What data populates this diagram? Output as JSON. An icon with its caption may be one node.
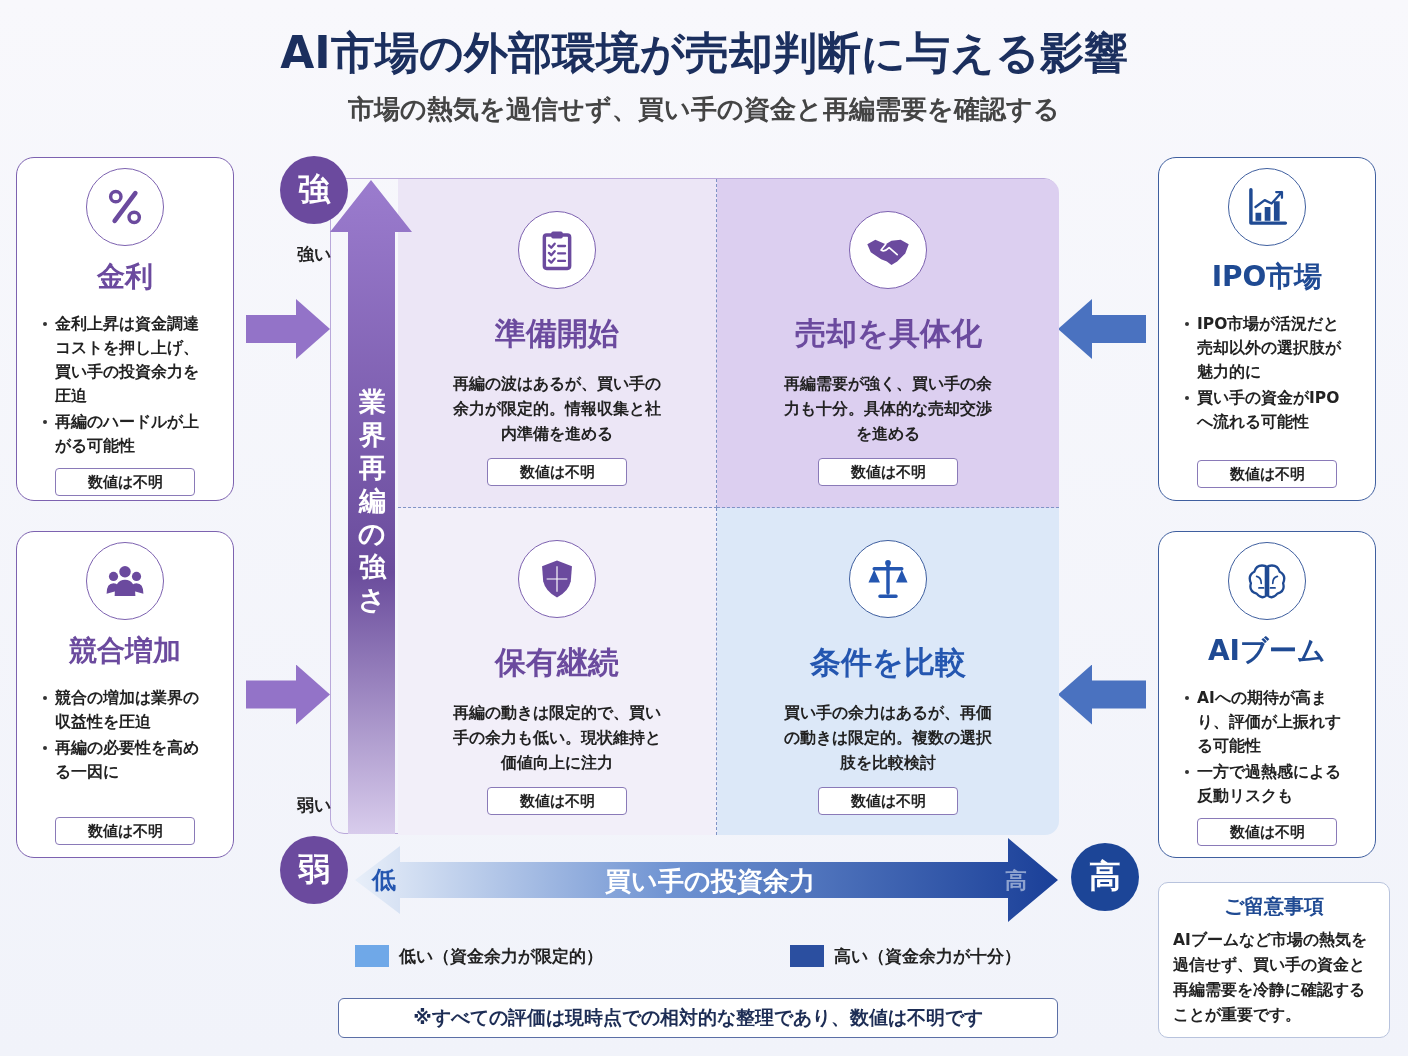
{
  "diagram": {
    "title": "AI市場の外部環境が売却判断に与える影響",
    "nodes": [
      {
        "text": [
          "金利",
          "金利上昇は資金調達コストを押し上げ、買い手の投資余力を圧迫",
          "再編のハードルが上がる可能性"
        ]
      },
      {
        "text": [],
        "shape": "circle",
        "in": 0
      },
      {
        "text": [
          "数値は不明"
        ],
        "in": 0
      },
      {
        "text": [
          "競合増加",
          "競合の増加は業界の収益性を圧迫",
          "再編の必要性を高める一因に"
        ]
      },
      {
        "text": [],
        "shape": "circle",
        "in": 3
      },
      {
        "text": [
          "数値は不明"
        ],
        "in": 3
      },
      {
        "text": [],
        "shape": "box"
      },
      {
        "text": [
          "準備開始",
          "再編の波はあるが、買い手の余力が限定的。情報収集と社内準備を進める"
        ],
        "in": 6
      },
      {
        "text": [],
        "shape": "circle",
        "in": 7
      },
      {
        "text": [
          "数値は不明"
        ],
        "in": 7
      },
      {
        "text": [
          "売却を具体化",
          "再編需要が強く、買い手の余力も十分。具体的な売却交渉を進める"
        ],
        "in": 6
      },
      {
        "text": [],
        "shape": "circle",
        "in": 10
      },
      {
        "text": [
          "数値は不明"
        ],
        "in": 10
      },
      {
        "text": [
          "保有継続",
          "再編の動きは限定的で、買い手の余力も低い。現状維持と価値向上に注力"
        ],
        "in": 6
      },
      {
        "text": [],
        "shape": "circle",
        "in": 13
      },
      {
        "text": [
          "数値は不明"
        ],
        "in": 13
      },
      {
        "text": [
          "条件を比較",
          "買い手の余力はあるが、再価の動きは限定的。複数の選択肢を比較検討"
        ],
        "in": 6
      },
      {
        "text": [],
        "shape": "circle",
        "in": 16
      },
      {
        "text": [
          "数値は不明"
        ],
        "in": 16
      },
      {
        "text": [
          "IPO市場",
          "IPO市場が活況だと売却以外の選択肢が魅力的に",
          "買い手の資金がIPOへ流れる可能性"
        ]
      },
      {
        "text": [],
        "shape": "circle",
        "in": 19
      },
      {
        "text": [
          "数値は不明"
        ],
        "in": 19
      },
      {
        "text": [
          "AIブーム",
          "AIへの期待が高まり、評価が上振れする可能性",
          "一方で過熱感による反動リスクも"
        ]
      },
      {
        "text": [],
        "shape": "circle",
        "in": 22
      },
      {
        "text": [
          "数値は不明"
        ],
        "in": 22
      },
      {
        "text": [
          "強"
        ]
      },
      {
        "text": [
          "弱"
        ]
      },
      {
        "text": [
          "高"
        ]
      },
      {
        "text": [
          "ご留意事項",
          "AIブームなど市場の熱気を過信せず、買い手の資金と再編需要を冷静に確認することが重要です。"
        ]
      },
      {
        "text": [
          "※すべての評価は現時点での相対的な整理であり、数値は不明です"
        ]
      }
    ],
    "edges": [
      {
        "from": 0,
        "to": 6,
        "arrow": "to"
      },
      {
        "from": 3,
        "to": 6,
        "arrow": "to"
      },
      {
        "from": 19,
        "to": 6,
        "arrow": "to",
        "color": "#4a72c0"
      },
      {
        "from": 22,
        "to": 6,
        "arrow": "to",
        "color": "#4a72c0"
      }
    ],
    "labels": [
      "市場の熱気を過信せず、買い手の資金と再編需要を確認する",
      "強い",
      "弱い",
      "業界再編の強さ",
      "低",
      "買い手の投資余力",
      "高"
    ],
    "legend": [
      {
        "text": "低い（資金余力が限定的）",
        "color": "#6fa8e8"
      },
      {
        "text": "高い（資金余力が十分）",
        "color": "#2b4fa0"
      }
    ]
  }
}
